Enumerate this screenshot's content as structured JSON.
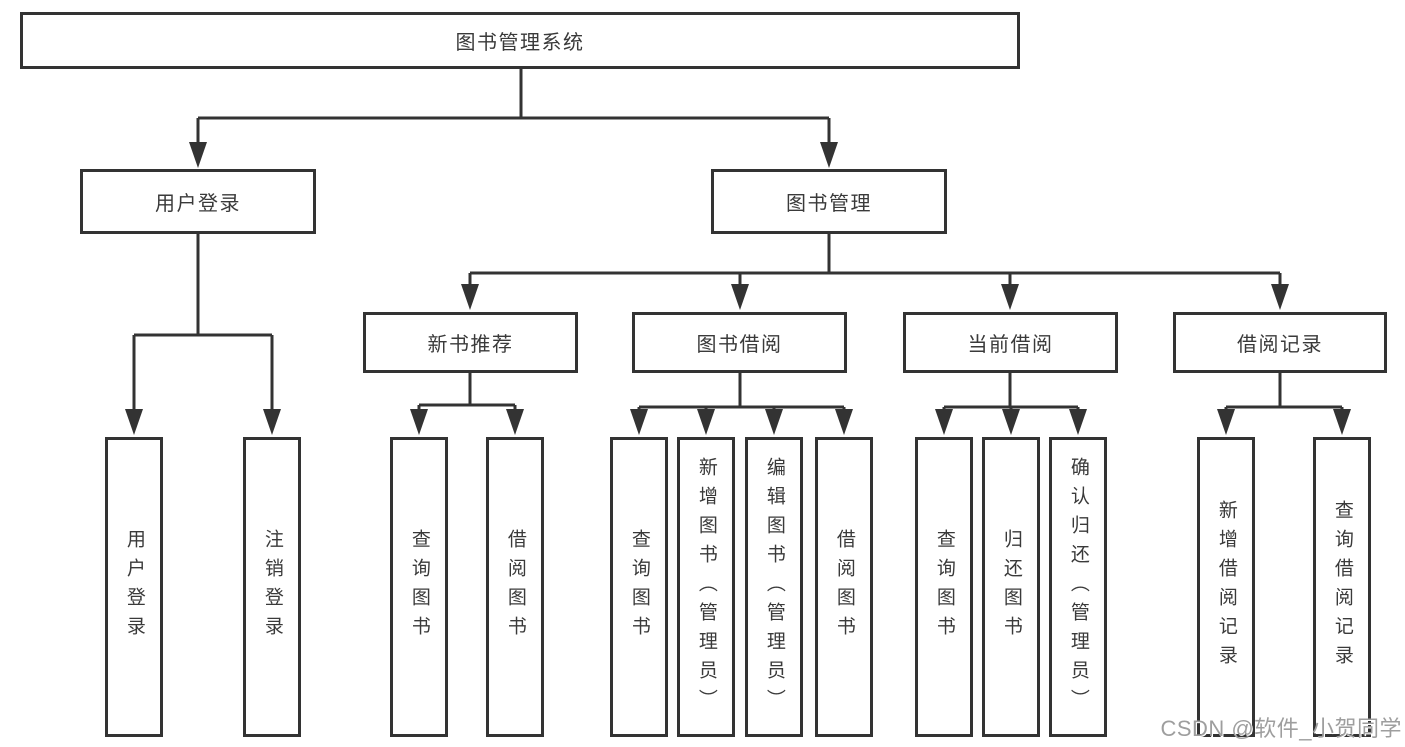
{
  "diagram": {
    "root": {
      "label": "图书管理系统"
    },
    "branches": [
      {
        "label": "用户登录",
        "children": [
          {
            "label": "用户登录"
          },
          {
            "label": "注销登录"
          }
        ]
      },
      {
        "label": "图书管理",
        "sections": [
          {
            "label": "新书推荐",
            "children": [
              {
                "label": "查询图书"
              },
              {
                "label": "借阅图书"
              }
            ]
          },
          {
            "label": "图书借阅",
            "children": [
              {
                "label": "查询图书"
              },
              {
                "label": "新增图书（管理员）"
              },
              {
                "label": "编辑图书（管理员）"
              },
              {
                "label": "借阅图书"
              }
            ]
          },
          {
            "label": "当前借阅",
            "children": [
              {
                "label": "查询图书"
              },
              {
                "label": "归还图书"
              },
              {
                "label": "确认归还（管理员）"
              }
            ]
          },
          {
            "label": "借阅记录",
            "children": [
              {
                "label": "新增借阅记录"
              },
              {
                "label": "查询借阅记录"
              }
            ]
          }
        ]
      }
    ]
  },
  "watermark": {
    "text": "CSDN @软件_小贺同学"
  },
  "colors": {
    "line": "#333333",
    "box_border": "#333333",
    "text": "#3a3a3a",
    "background": "#ffffff",
    "watermark": "#9e9e9e"
  }
}
